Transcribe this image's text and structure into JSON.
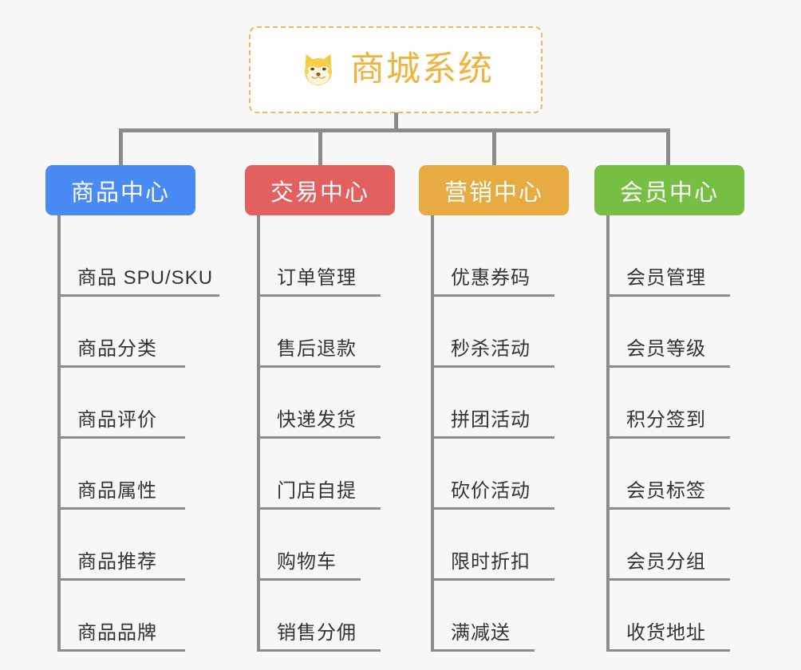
{
  "page": {
    "background_color": "#f7f7f7",
    "line_color": "#8c8c8c",
    "leaf_text_color": "#333333"
  },
  "root": {
    "title": "商城系统",
    "icon": "shiba-dog-face-emoji",
    "text_color": "#f0b33c",
    "border_color": "#efb95b",
    "background_color": "#ffffff"
  },
  "columns": [
    {
      "title": "商品中心",
      "color": "#4a8af4",
      "items": [
        "商品 SPU/SKU",
        "商品分类",
        "商品评价",
        "商品属性",
        "商品推荐",
        "商品品牌"
      ]
    },
    {
      "title": "交易中心",
      "color": "#e2605e",
      "items": [
        "订单管理",
        "售后退款",
        "快递发货",
        "门店自提",
        "购物车",
        "销售分佣"
      ]
    },
    {
      "title": "营销中心",
      "color": "#e8ab42",
      "items": [
        "优惠券码",
        "秒杀活动",
        "拼团活动",
        "砍价活动",
        "限时折扣",
        "满减送"
      ]
    },
    {
      "title": "会员中心",
      "color": "#77bf43",
      "items": [
        "会员管理",
        "会员等级",
        "积分签到",
        "会员标签",
        "会员分组",
        "收货地址"
      ]
    }
  ]
}
